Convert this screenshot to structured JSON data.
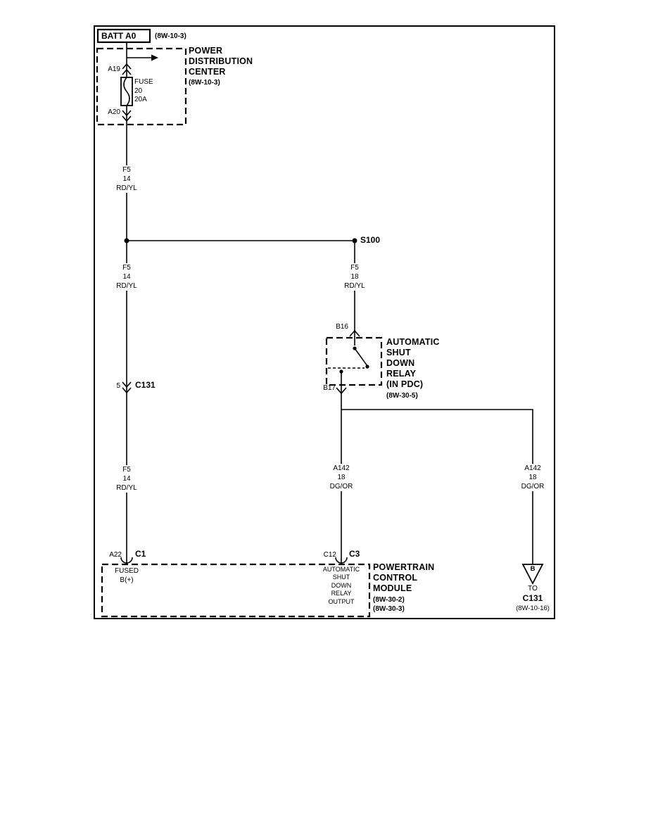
{
  "diagram": {
    "batt": {
      "label": "BATT A0",
      "ref": "(8W-10-3)"
    },
    "pdc": {
      "title": "POWER\nDISTRIBUTION\nCENTER",
      "ref": "(8W-10-3)",
      "pin_a19": "A19",
      "pin_a20": "A20",
      "fuse": "FUSE\n20\n20A"
    },
    "wires": {
      "top": "F5\n14\nRD/YL",
      "mid_left": "F5\n14\nRD/YL",
      "bot_left": "F5\n14\nRD/YL",
      "right": "F5\n18\nRD/YL",
      "asd_left": "A142\n18\nDG/OR",
      "asd_right": "A142\n18\nDG/OR"
    },
    "splice": "S100",
    "inline_connector": {
      "pin": "5",
      "label": "C131"
    },
    "relay": {
      "pin_b16": "B16",
      "pin_b17": "B17",
      "title": "AUTOMATIC\nSHUT\nDOWN\nRELAY\n(IN PDC)",
      "ref": "(8W-30-5)"
    },
    "pcm": {
      "pin_a22": "A22",
      "conn_c1": "C1",
      "fused": "FUSED\nB(+)",
      "pin_c12": "C12",
      "conn_c3": "C3",
      "asd_output": "AUTOMATIC\nSHUT\nDOWN\nRELAY\nOUTPUT",
      "title": "POWERTRAIN\nCONTROL\nMODULE",
      "refs": "(8W-30-2)\n(8W-30-3)"
    },
    "offpage": {
      "letter": "B",
      "to": "TO",
      "label": "C131",
      "ref": "(8W-10-16)"
    }
  }
}
